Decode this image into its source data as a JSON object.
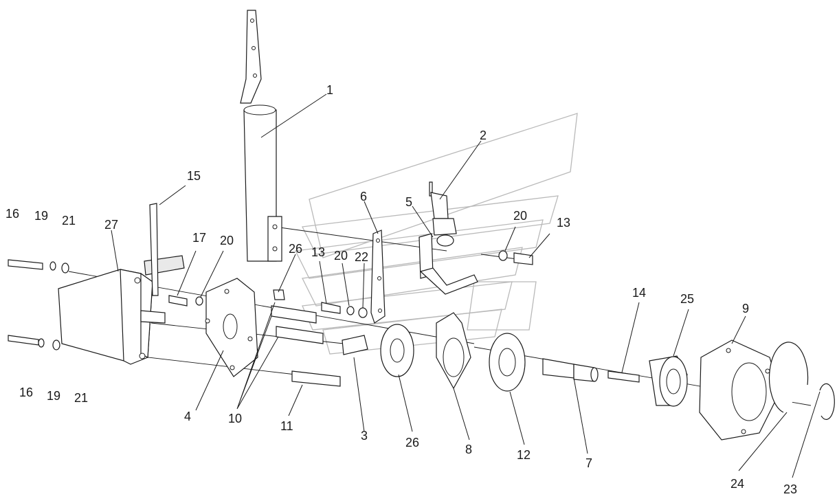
{
  "diagram": {
    "labels": {
      "p1": "1",
      "p2": "2",
      "p3": "3",
      "p4": "4",
      "p5": "5",
      "p6": "6",
      "p7": "7",
      "p8": "8",
      "p9": "9",
      "p10": "10",
      "p11": "11",
      "p12": "12",
      "p13a": "13",
      "p13b": "13",
      "p14": "14",
      "p15": "15",
      "p16a": "16",
      "p16b": "16",
      "p17": "17",
      "p19a": "19",
      "p19b": "19",
      "p20a": "20",
      "p20b": "20",
      "p20c": "20",
      "p21a": "21",
      "p21b": "21",
      "p22": "22",
      "p23": "23",
      "p24": "24",
      "p25": "25",
      "p26a": "26",
      "p26b": "26",
      "p27": "27"
    }
  }
}
